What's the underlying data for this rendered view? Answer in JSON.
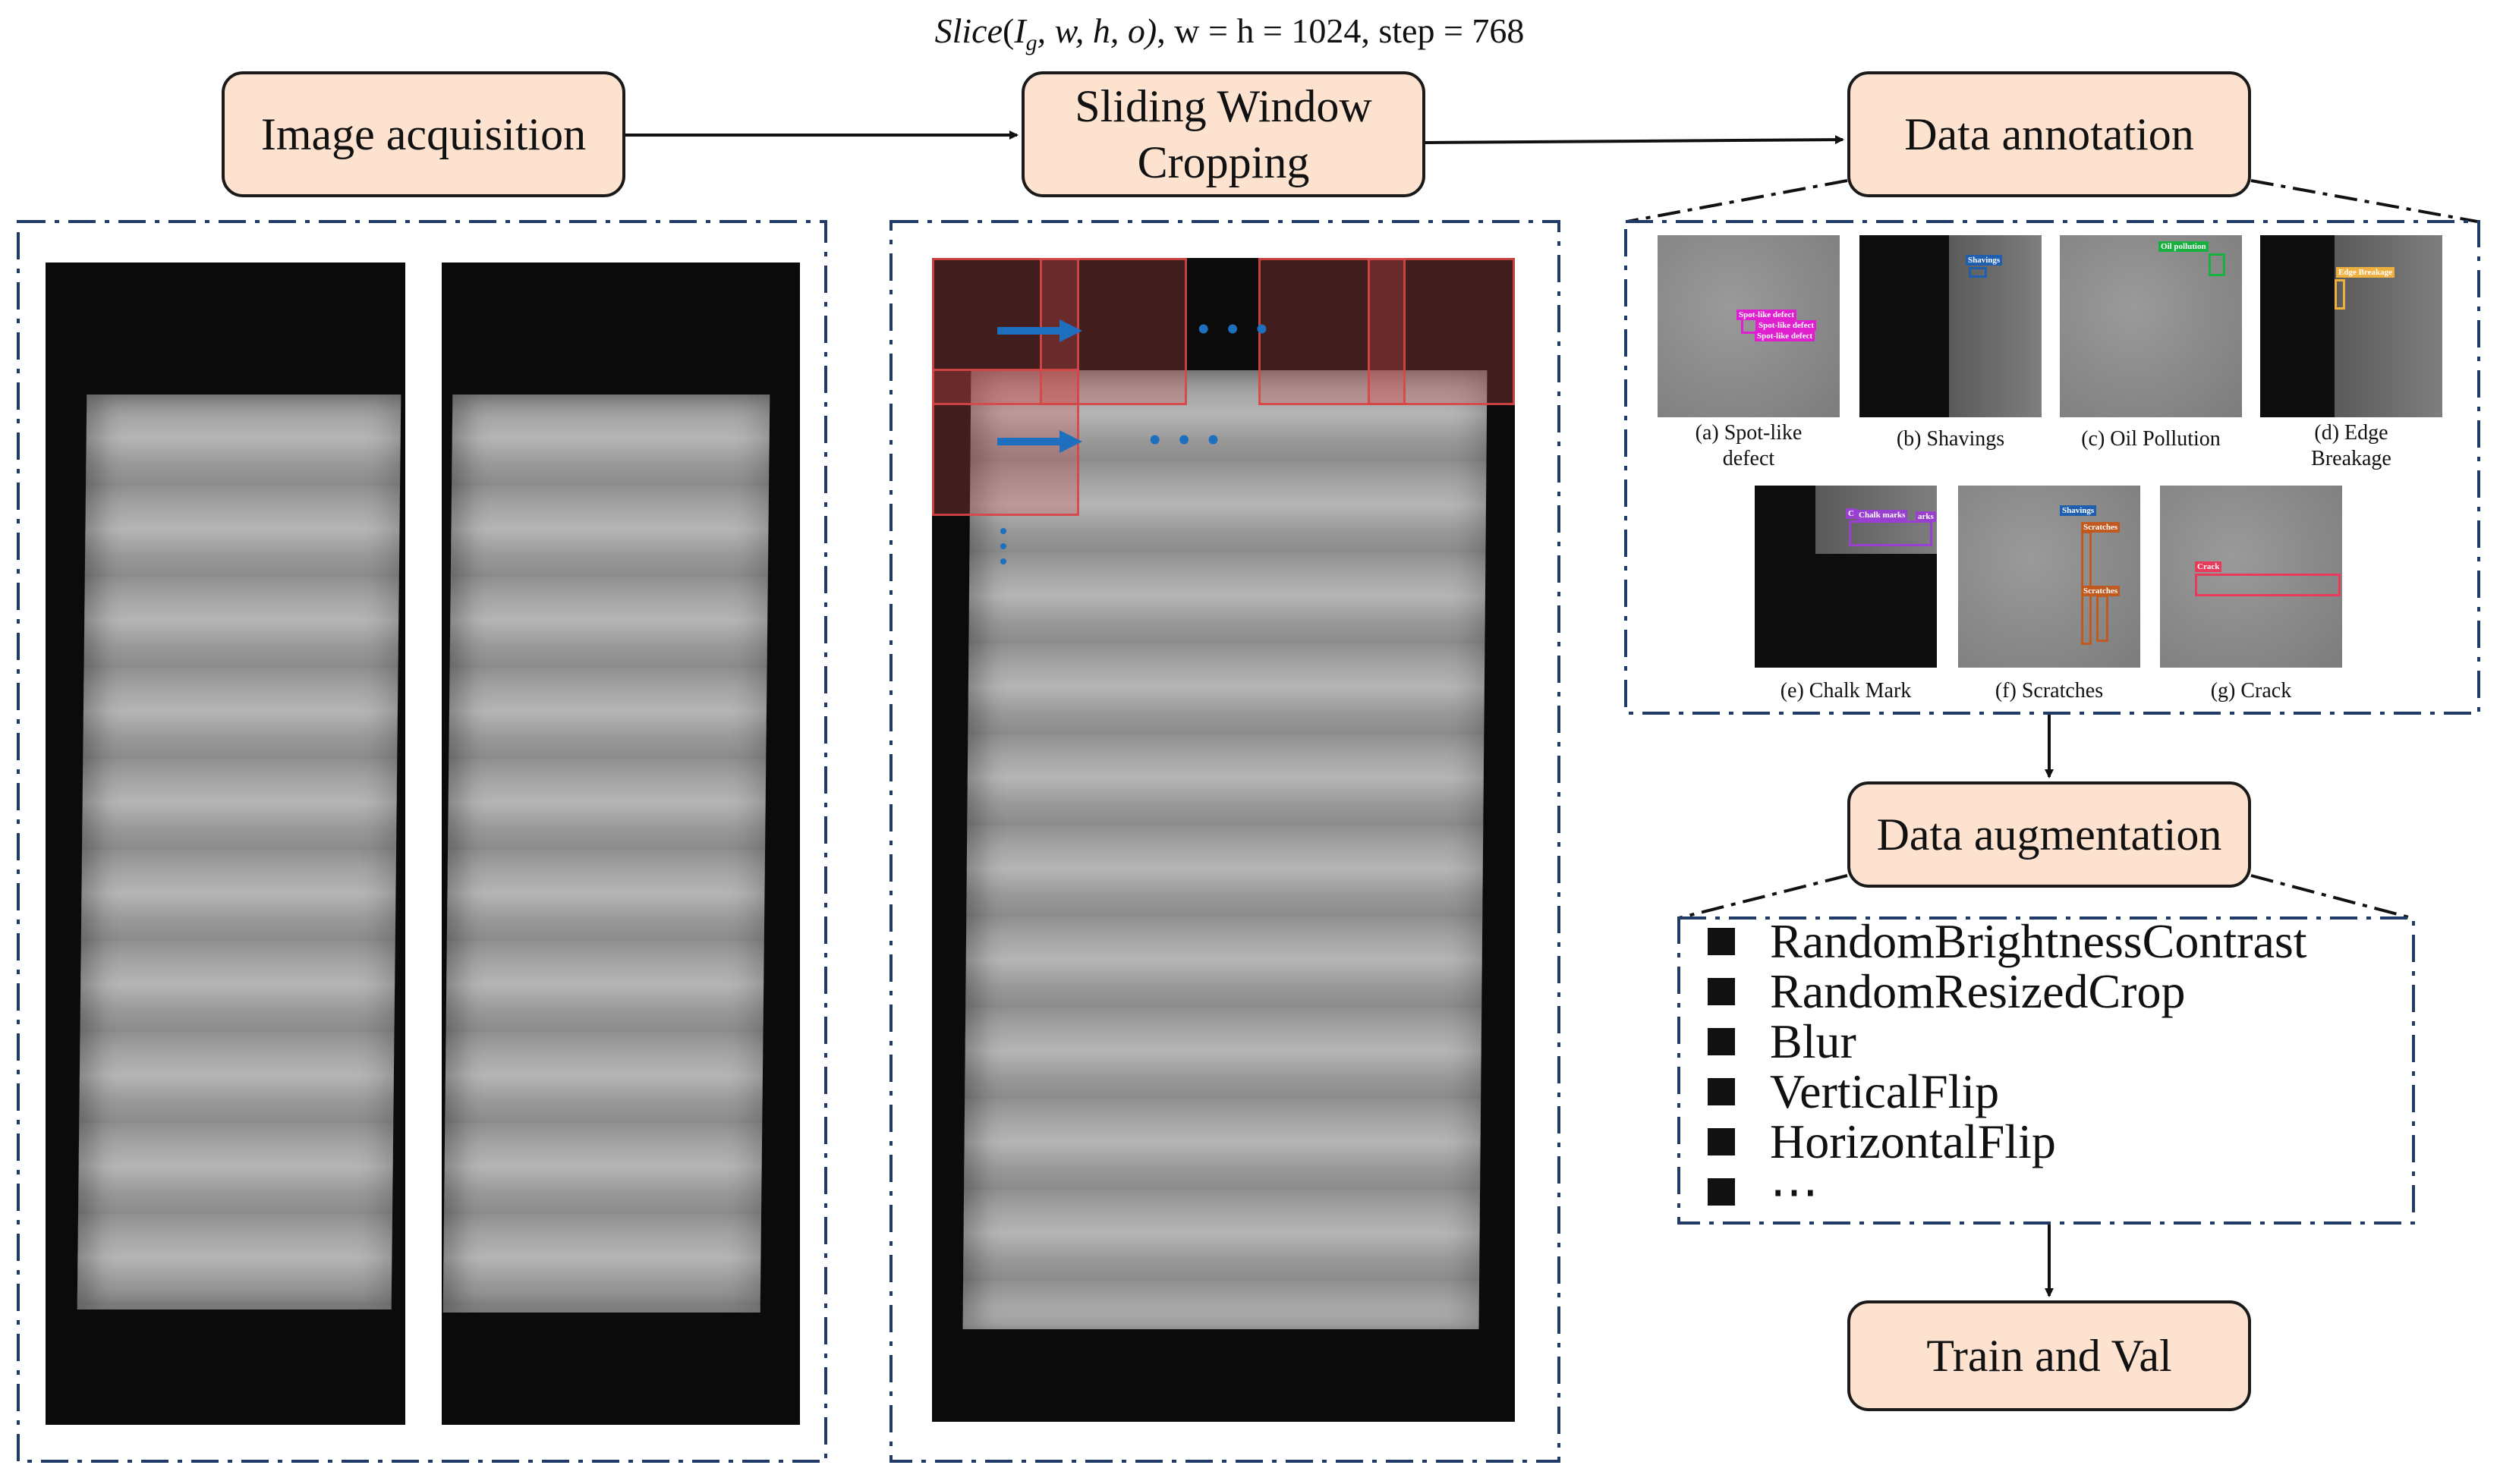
{
  "formula": {
    "func": "Slice",
    "args": "(I",
    "sub": "g",
    "rest": ", w, h, o)",
    "params": ", w = h = 1024, step = 768"
  },
  "stages": {
    "acquisition": "Image acquisition",
    "sliding_line1": "Sliding Window",
    "sliding_line2": "Cropping",
    "annotation": "Data annotation",
    "augmentation": "Data augmentation",
    "train": "Train and Val"
  },
  "defects": [
    {
      "caption_line1": "(a) Spot-like",
      "caption_line2": "defect",
      "tags": [
        "Spot-like defect",
        "Spot-like defect",
        "Spot-like defect"
      ],
      "color": "#e020d0"
    },
    {
      "caption_line1": "(b) Shavings",
      "caption_line2": "",
      "tags": [
        "Shavings"
      ],
      "color": "#1f5fb0"
    },
    {
      "caption_line1": "(c) Oil Pollution",
      "caption_line2": "",
      "tags": [
        "Oil pollution"
      ],
      "color": "#18b040"
    },
    {
      "caption_line1": "(d) Edge",
      "caption_line2": "Breakage",
      "tags": [
        "Edge Breakage"
      ],
      "color": "#f0b040"
    },
    {
      "caption_line1": "(e) Chalk Mark",
      "caption_line2": "",
      "tags": [
        "Chalk marks",
        "C",
        "arks"
      ],
      "color": "#9a40d0"
    },
    {
      "caption_line1": "(f) Scratches",
      "caption_line2": "",
      "tags": [
        "Shavings",
        "Scratches",
        "Scratches"
      ],
      "color": "#c05a20"
    },
    {
      "caption_line1": "(g) Crack",
      "caption_line2": "",
      "tags": [
        "Crack"
      ],
      "color": "#e83a5a"
    }
  ],
  "augmentations": [
    "RandomBrightnessContrast",
    "RandomResizedCrop",
    "Blur",
    "VerticalFlip",
    "HorizontalFlip",
    "⋯"
  ],
  "ellipsis": "• • •",
  "colors": {
    "stage_fill": "#fde2cf",
    "dash_border": "#1f3b66",
    "arrow_blue": "#1f6fbf",
    "window_red": "#d04646"
  }
}
